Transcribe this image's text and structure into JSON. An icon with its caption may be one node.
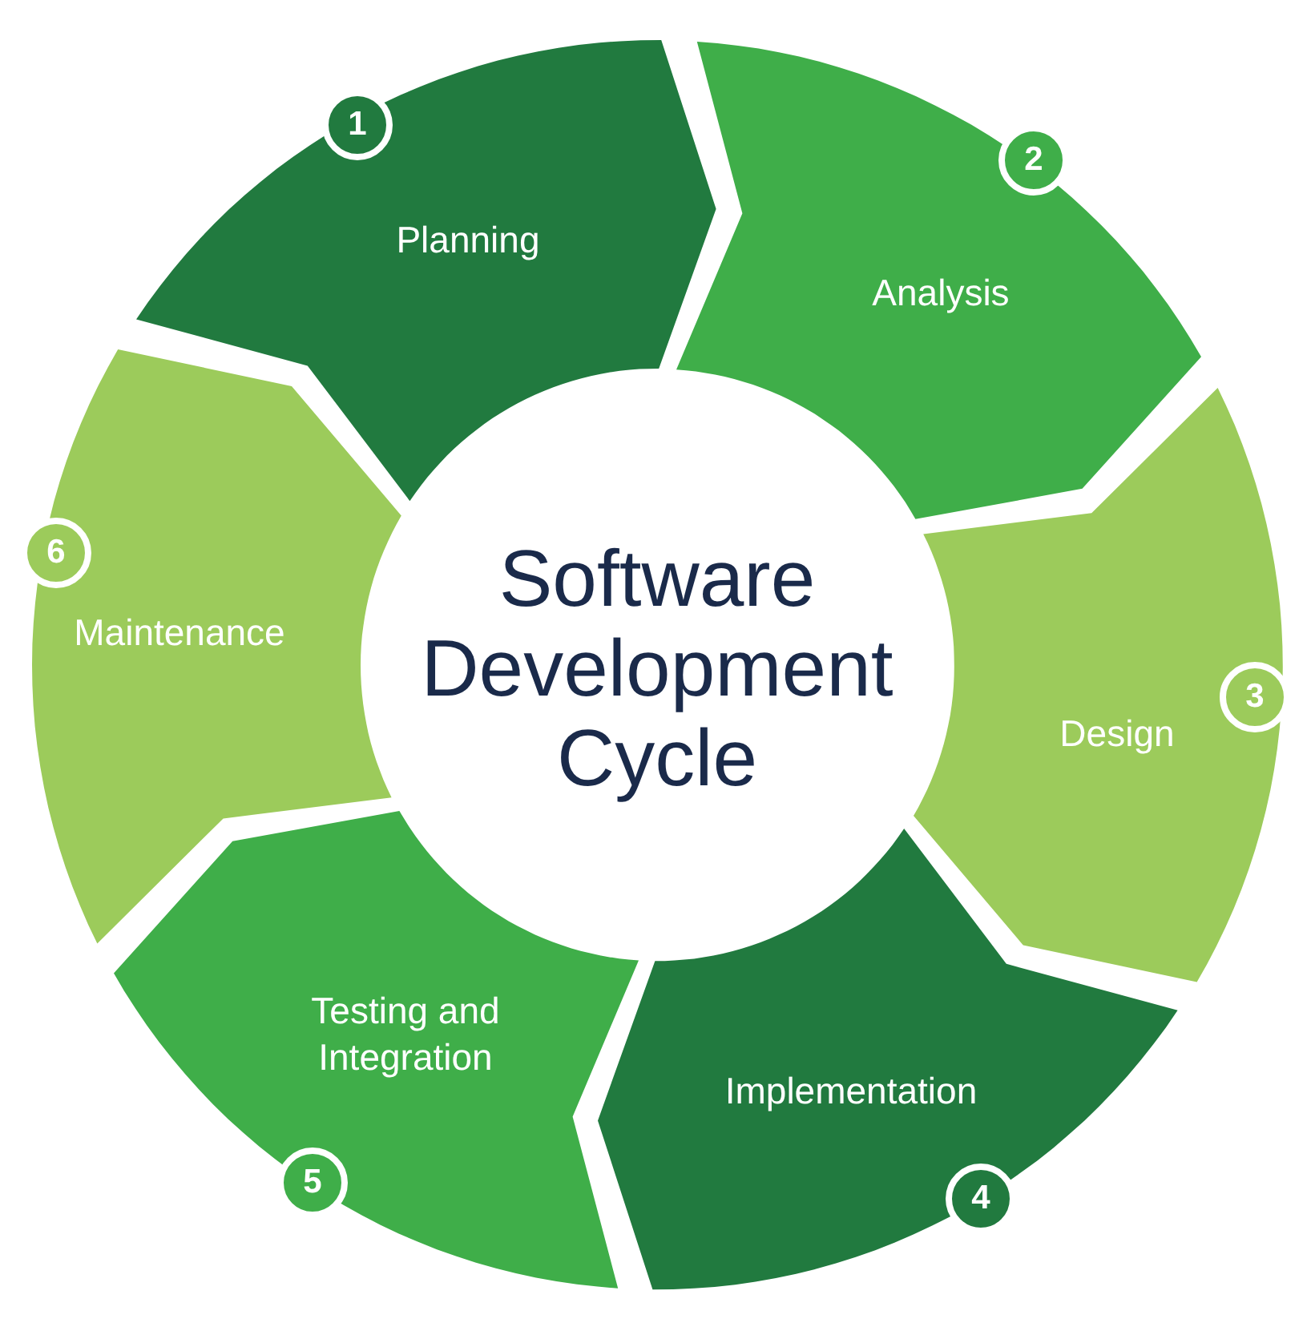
{
  "diagram": {
    "nodes": [
      {
        "text": [
          "Software Development Cycle"
        ]
      },
      {
        "text": [
          "1",
          "Planning"
        ]
      },
      {
        "text": [
          "2",
          "Analysis"
        ]
      },
      {
        "text": [
          "3",
          "Design"
        ]
      },
      {
        "text": [
          "Implementation",
          "4"
        ]
      },
      {
        "text": [
          "Testing and Integration",
          "5"
        ]
      },
      {
        "text": [
          "6",
          "Maintenance"
        ]
      }
    ]
  }
}
